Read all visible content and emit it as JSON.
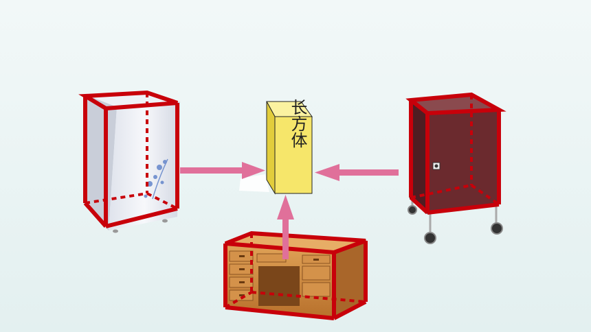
{
  "center": {
    "label": "长方体"
  },
  "colors": {
    "outline": "#c8000a",
    "arrow": "#e0709a",
    "prism_front": "#f6e66a",
    "prism_top": "#fbf2a0",
    "prism_side": "#e2cd3c",
    "cabinet": "#6b2a2e",
    "fridge": "#e9ecf3",
    "desk": "#cf8a3b"
  },
  "objects": [
    {
      "name": "refrigerator",
      "icon": "refrigerator-icon"
    },
    {
      "name": "cabinet-on-wheels",
      "icon": "cabinet-icon"
    },
    {
      "name": "desk",
      "icon": "desk-icon"
    }
  ]
}
